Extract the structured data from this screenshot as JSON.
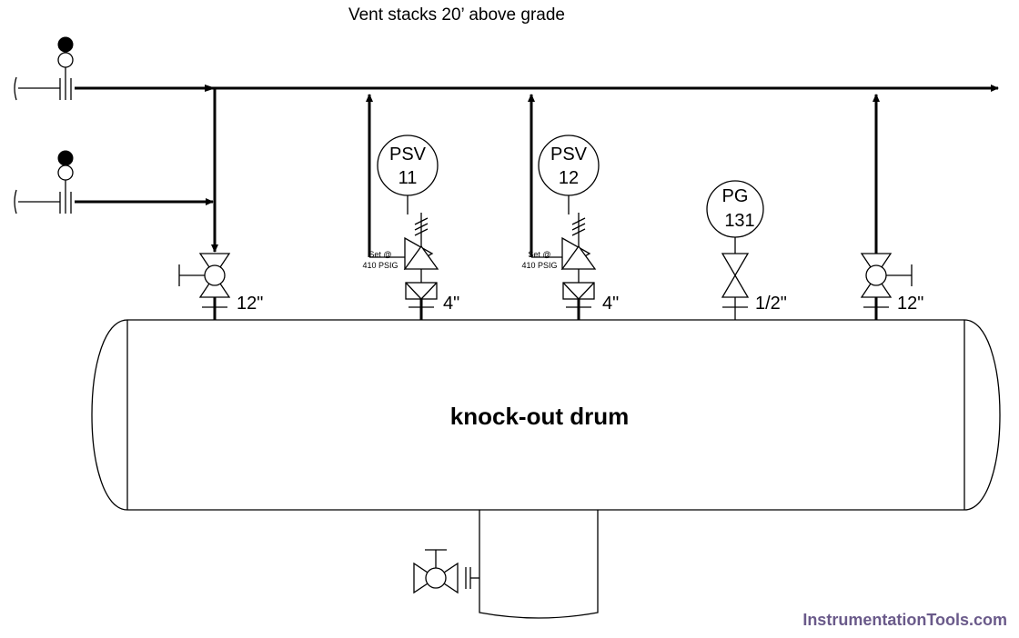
{
  "vent_label": "Vent stacks 20’ above grade",
  "vessel_label": "knock-out drum",
  "instruments": {
    "psv11": {
      "function": "PSV",
      "number": "11",
      "set_line1": "Set @",
      "set_line2": "410 PSIG"
    },
    "psv12": {
      "function": "PSV",
      "number": "12",
      "set_line1": "Set @",
      "set_line2": "410 PSIG"
    },
    "pg131": {
      "function": "PG",
      "number": "131"
    }
  },
  "nozzle_sizes": {
    "inlet": "12\"",
    "psv11": "4\"",
    "psv12": "4\"",
    "pg": "1/2\"",
    "outlet": "12\""
  },
  "watermark": "InstrumentationTools.com",
  "colors": {
    "line": "#000000",
    "watermark": "#6a5a8a"
  }
}
